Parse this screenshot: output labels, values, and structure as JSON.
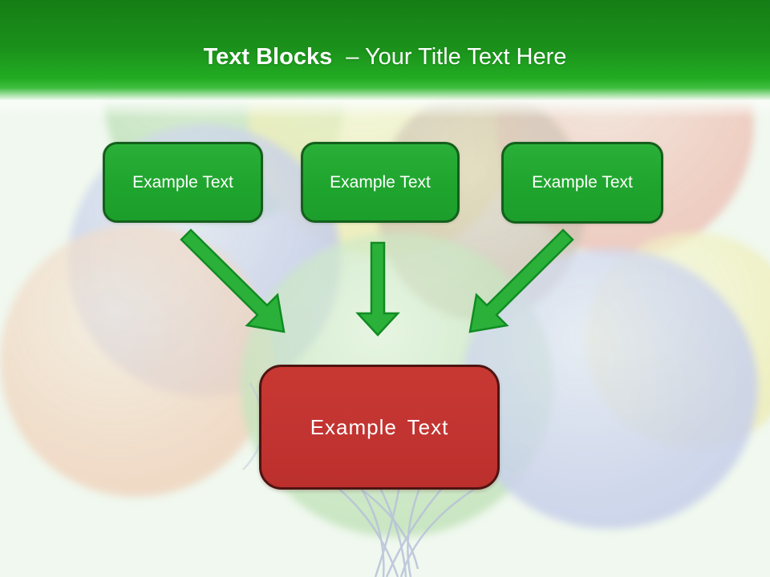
{
  "header": {
    "title_bold": "Text Blocks",
    "title_rest": "– Your Title Text Here"
  },
  "diagram": {
    "source_blocks": [
      {
        "label": "Example Text"
      },
      {
        "label": "Example Text"
      },
      {
        "label": "Example Text"
      }
    ],
    "target_block": {
      "label": "Example Text"
    },
    "arrows": [
      {
        "name": "arrow-down-right",
        "direction": "down-right"
      },
      {
        "name": "arrow-down",
        "direction": "down"
      },
      {
        "name": "arrow-down-left",
        "direction": "down-left"
      }
    ]
  },
  "colors": {
    "header_green_dark": "#157d15",
    "header_green_bright": "#22ac22",
    "block_green_fill": "#1fa52e",
    "block_green_border": "#145f1c",
    "target_red_fill": "#c23431",
    "target_red_border": "#4e1411",
    "arrow_green_fill": "#2bb13a",
    "arrow_green_border": "#118b23",
    "text_color": "#ffffff",
    "background": "#f0f8ef"
  }
}
